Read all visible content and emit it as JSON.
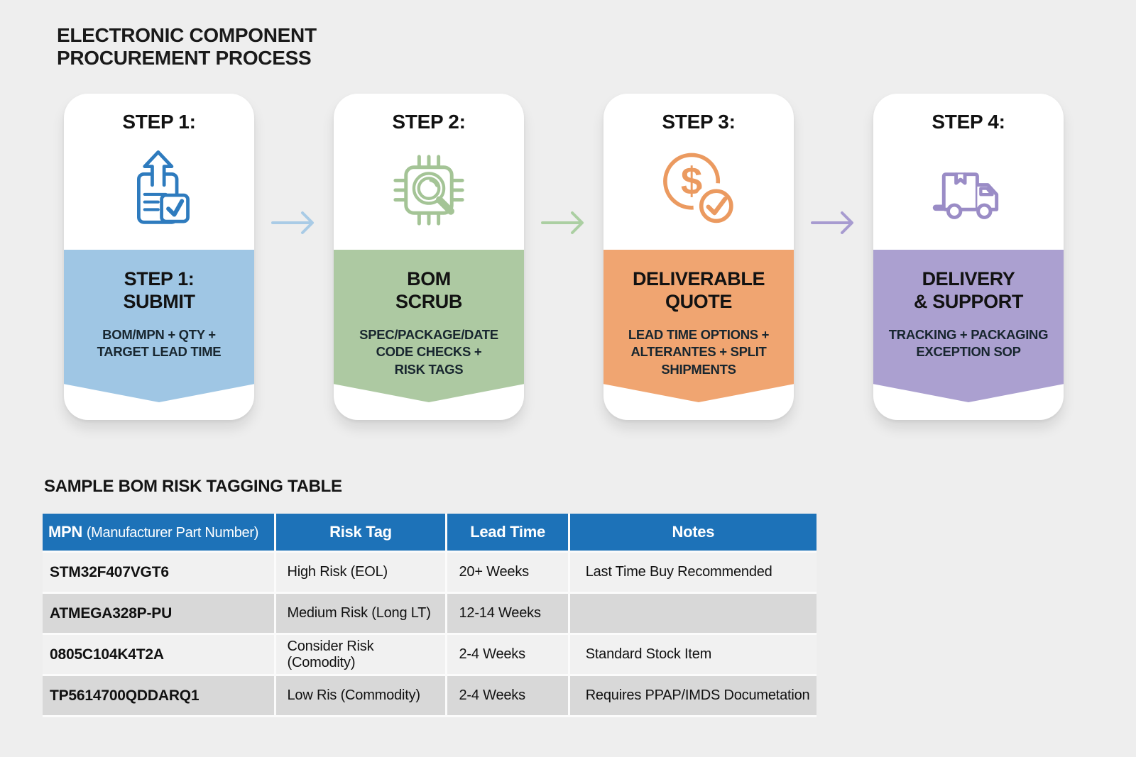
{
  "title": "ELECTRONIC COMPONENT\nPROCUREMENT PROCESS",
  "steps": [
    {
      "header": "STEP 1:",
      "icon": "upload-document-icon",
      "icon_color": "#2e7bbe",
      "color": "#9fc6e4",
      "title": "STEP 1:\nSUBMIT",
      "desc": "BOM/MPN + QTY +\nTARGET LEAD TIME"
    },
    {
      "header": "STEP 2:",
      "icon": "chip-magnifier-icon",
      "icon_color": "#a4c496",
      "color": "#adc9a2",
      "title": "BOM\nSCRUB",
      "desc": "SPEC/PACKAGE/DATE\nCODE CHECKS +\nRISK TAGS"
    },
    {
      "header": "STEP 3:",
      "icon": "dollar-check-icon",
      "icon_color": "#eb9a60",
      "color": "#f0a571",
      "title": "DELIVERABLE\nQUOTE",
      "desc": "LEAD TIME OPTIONS +\nALTERANTES + SPLIT\nSHIPMENTS"
    },
    {
      "header": "STEP 4:",
      "icon": "truck-icon",
      "icon_color": "#9a8cc6",
      "color": "#aba0d0",
      "title": "DELIVERY\n& SUPPORT",
      "desc": "TRACKING + PACKAGING\nEXCEPTION SOP"
    }
  ],
  "arrows": [
    {
      "color": "#a9cbe6"
    },
    {
      "color": "#abcfa2"
    },
    {
      "color": "#a79bd0"
    }
  ],
  "table": {
    "title": "SAMPLE BOM RISK TAGGING TABLE",
    "header_bg": "#1d72b8",
    "columns": {
      "mpn_bold": "MPN",
      "mpn_rest": "(Manufacturer Part Number)",
      "risk": "Risk Tag",
      "lead": "Lead Time",
      "notes": "Notes"
    },
    "rows": [
      {
        "mpn": "STM32F407VGT6",
        "risk": "High Risk (EOL)",
        "lead": "20+ Weeks",
        "notes": "Last Time Buy Recommended"
      },
      {
        "mpn": "ATMEGA328P-PU",
        "risk": "Medium Risk (Long LT)",
        "lead": "12-14 Weeks",
        "notes": ""
      },
      {
        "mpn": "0805C104K4T2A",
        "risk": "Consider Risk (Comodity)",
        "lead": "2-4 Weeks",
        "notes": "Standard Stock Item"
      },
      {
        "mpn": "TP5614700QDDARQ1",
        "risk": "Low Ris (Commodity)",
        "lead": "2-4 Weeks",
        "notes": "Requires PPAP/IMDS Documetation"
      }
    ]
  }
}
